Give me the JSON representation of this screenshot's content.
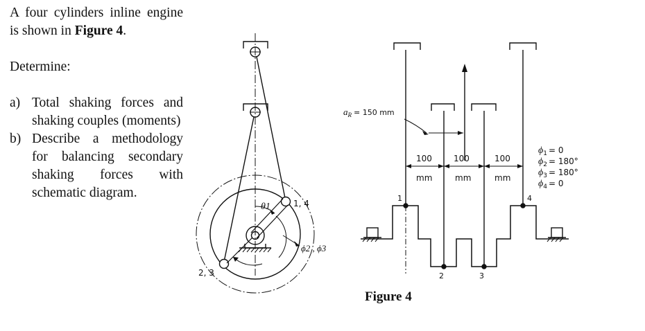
{
  "question": {
    "intro_before": "A four cylinders inline engine is shown in ",
    "intro_ref": "Figure 4",
    "intro_after": ".",
    "prompt": "Determine:",
    "items": [
      {
        "marker": "a)",
        "text": "Total shaking forces and shaking couples (moments)"
      },
      {
        "marker": "b)",
        "text": "Describe a methodology for balancing secondary shaking forces with schematic diagram."
      }
    ]
  },
  "figure": {
    "caption": "Figure 4",
    "crank_diagram": {
      "angle_label": "θ1",
      "crank_1_4_label": "1, 4",
      "crank_2_3_label": "2, 3",
      "phase_label": "ϕ2 , ϕ3"
    },
    "shaft_diagram": {
      "offset_label": "aR = 150 mm",
      "offset_symbol": "a",
      "offset_subscript": "R",
      "offset_value": "= 150 mm",
      "spacings": [
        {
          "value": "100",
          "unit": "mm"
        },
        {
          "value": "100",
          "unit": "mm"
        },
        {
          "value": "100",
          "unit": "mm"
        }
      ],
      "crank_numbers": [
        "1",
        "2",
        "3",
        "4"
      ],
      "phases": [
        {
          "symbol": "ϕ",
          "index": "1",
          "value": "= 0"
        },
        {
          "symbol": "ϕ",
          "index": "2",
          "value": "= 180°"
        },
        {
          "symbol": "ϕ",
          "index": "3",
          "value": "= 180°"
        },
        {
          "symbol": "ϕ",
          "index": "4",
          "value": "= 0"
        }
      ]
    }
  }
}
